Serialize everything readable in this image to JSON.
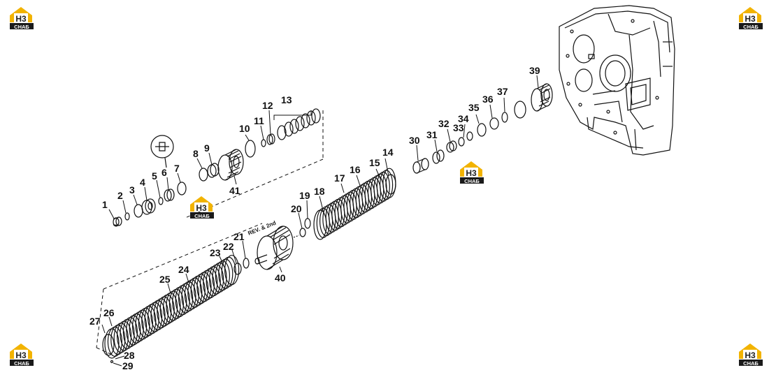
{
  "callouts": [
    {
      "id": "1",
      "text": "1"
    },
    {
      "id": "2",
      "text": "2"
    },
    {
      "id": "3",
      "text": "3"
    },
    {
      "id": "4",
      "text": "4"
    },
    {
      "id": "5",
      "text": "5"
    },
    {
      "id": "6",
      "text": "6"
    },
    {
      "id": "7",
      "text": "7"
    },
    {
      "id": "8",
      "text": "8"
    },
    {
      "id": "9",
      "text": "9"
    },
    {
      "id": "10",
      "text": "10"
    },
    {
      "id": "11",
      "text": "11"
    },
    {
      "id": "12",
      "text": "12"
    },
    {
      "id": "13",
      "text": "13"
    },
    {
      "id": "14",
      "text": "14"
    },
    {
      "id": "15",
      "text": "15"
    },
    {
      "id": "16",
      "text": "16"
    },
    {
      "id": "17",
      "text": "17"
    },
    {
      "id": "18",
      "text": "18"
    },
    {
      "id": "19",
      "text": "19"
    },
    {
      "id": "20",
      "text": "20"
    },
    {
      "id": "21",
      "text": "21"
    },
    {
      "id": "22",
      "text": "22"
    },
    {
      "id": "23",
      "text": "23"
    },
    {
      "id": "24",
      "text": "24"
    },
    {
      "id": "25",
      "text": "25"
    },
    {
      "id": "26",
      "text": "26"
    },
    {
      "id": "27",
      "text": "27"
    },
    {
      "id": "28",
      "text": "28"
    },
    {
      "id": "29",
      "text": "29"
    },
    {
      "id": "30",
      "text": "30"
    },
    {
      "id": "31",
      "text": "31"
    },
    {
      "id": "32",
      "text": "32"
    },
    {
      "id": "33",
      "text": "33"
    },
    {
      "id": "34",
      "text": "34"
    },
    {
      "id": "35",
      "text": "35"
    },
    {
      "id": "36",
      "text": "36"
    },
    {
      "id": "37",
      "text": "37"
    },
    {
      "id": "39",
      "text": "39"
    },
    {
      "id": "40",
      "text": "40"
    },
    {
      "id": "41",
      "text": "41"
    }
  ],
  "annotation": "REV. & 2nd",
  "logo": {
    "letters": "H3",
    "caption": "CHAБ",
    "accent_color": "#f2b300",
    "dark_color": "#1a1a1a"
  }
}
